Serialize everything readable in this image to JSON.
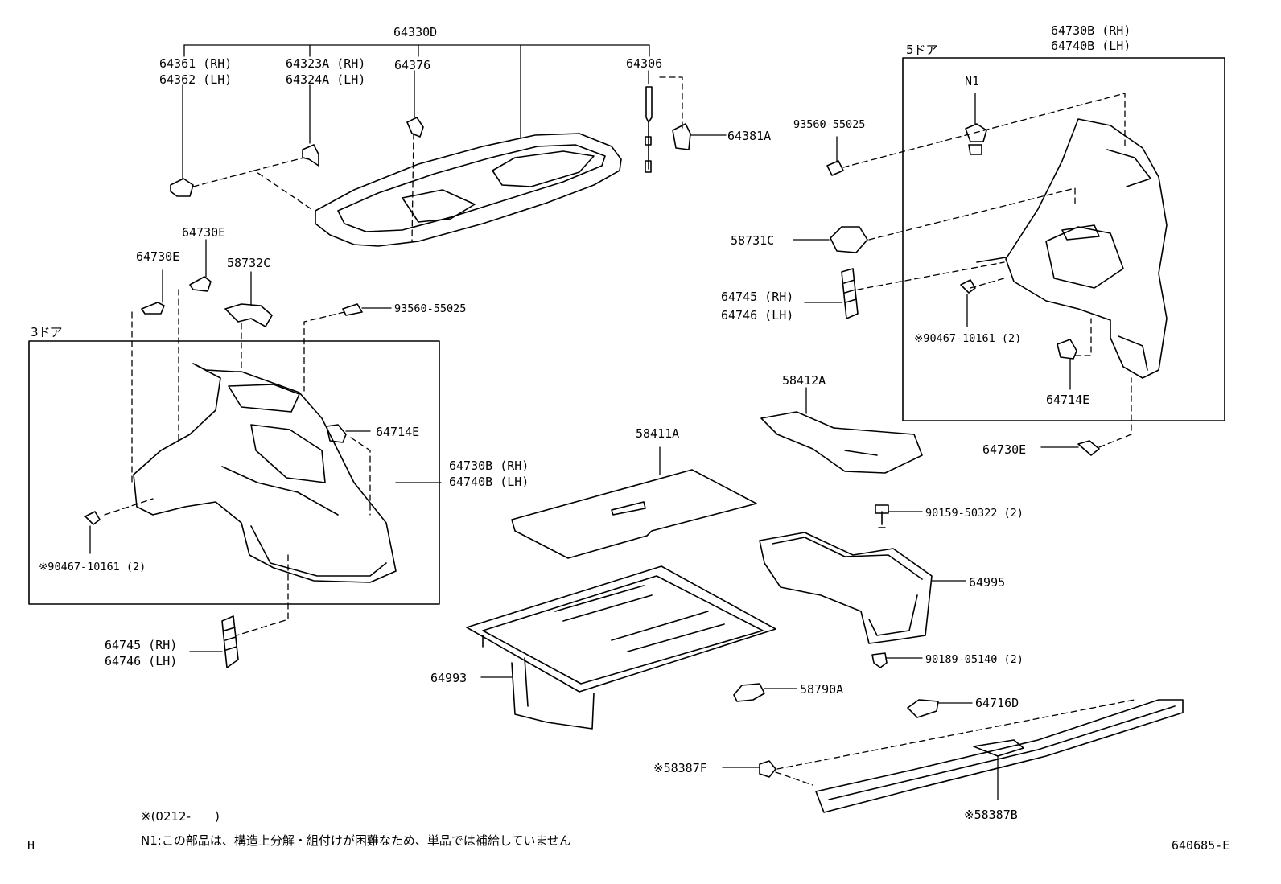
{
  "parts": {
    "p64330D": "64330D",
    "p64361_rh": "64361 (RH)",
    "p64362_lh": "64362 (LH)",
    "p64323A_rh": "64323A (RH)",
    "p64324A_lh": "64324A (LH)",
    "p64376": "64376",
    "p64306": "64306",
    "p64381A": "64381A",
    "p64730E_a": "64730E",
    "p64730E_b": "64730E",
    "p58732C": "58732C",
    "p93560_left": "93560-55025",
    "p64714E_left": "64714E",
    "p64730B_rh_left": "64730B (RH)",
    "p64740B_lh_left": "64740B (LH)",
    "p90467_left": "※90467-10161 (2)",
    "p64745_rh_left": "64745 (RH)",
    "p64746_lh_left": "64746 (LH)",
    "p64993": "64993",
    "p58411A": "58411A",
    "p58412A": "58412A",
    "p90159": "90159-50322 (2)",
    "p64995": "64995",
    "p90189": "90189-05140 (2)",
    "p58790A": "58790A",
    "p64716D": "64716D",
    "p58387F": "※58387F",
    "p58387B": "※58387B",
    "p64730B_rh_right": "64730B (RH)",
    "p64740B_lh_right": "64740B (LH)",
    "pN1": "N1",
    "p93560_right": "93560-55025",
    "p58731C": "58731C",
    "p64745_rh_right": "64745 (RH)",
    "p64746_lh_right": "64746 (LH)",
    "p90467_right": "※90467-10161 (2)",
    "p64714E_right": "64714E",
    "p64730E_right": "64730E"
  },
  "groups": {
    "three_door": "3ドア",
    "five_door": "5ドア"
  },
  "footer": {
    "note_date": "※(0212-　　)",
    "note_n1": "N1:この部品は、構造上分解・組付けが困難なため、単品では補給していません",
    "left_code": "H",
    "diagram_code": "640685-E"
  }
}
